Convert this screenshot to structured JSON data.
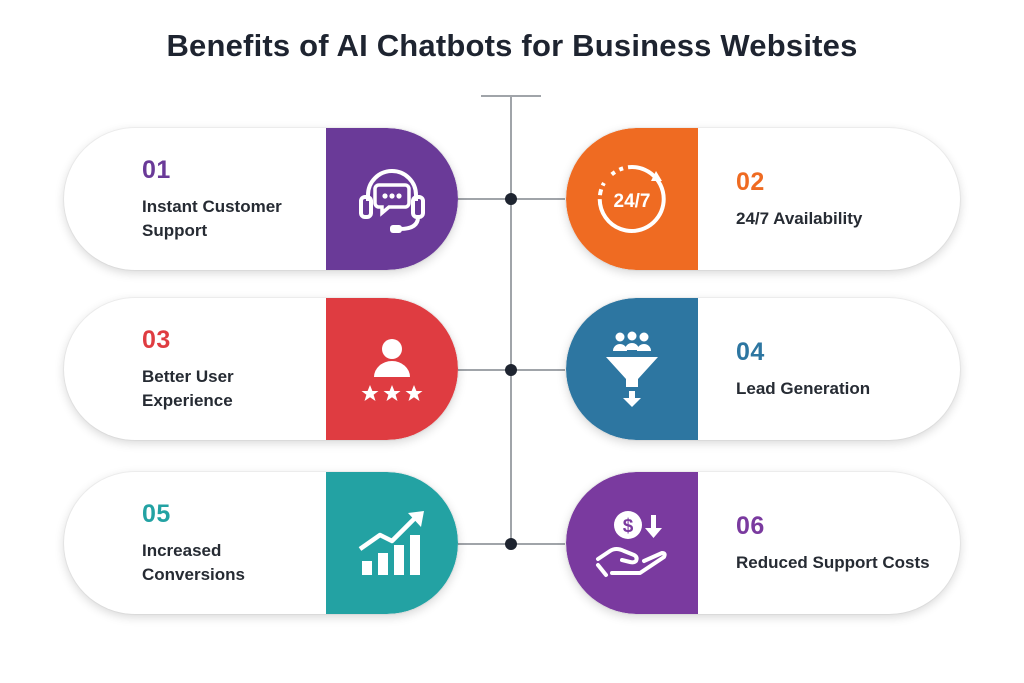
{
  "title": "Benefits of AI Chatbots for Business Websites",
  "items": [
    {
      "number": "01",
      "label": "Instant Customer Support",
      "color": "#6a3a98",
      "icon": "headset-chat-icon"
    },
    {
      "number": "02",
      "label": "24/7 Availability",
      "color": "#ef6b22",
      "icon": "clock-24-7-icon",
      "icon_text": "24/7"
    },
    {
      "number": "03",
      "label": "Better User Experience",
      "color": "#df3c41",
      "icon": "user-rating-icon"
    },
    {
      "number": "04",
      "label": "Lead Generation",
      "color": "#2d76a1",
      "icon": "funnel-icon"
    },
    {
      "number": "05",
      "label": "Increased Conversions",
      "color": "#23a2a3",
      "icon": "growth-chart-icon"
    },
    {
      "number": "06",
      "label": "Reduced Support Costs",
      "color": "#7a3a9f",
      "icon": "cost-reduction-icon",
      "icon_text": "$"
    }
  ]
}
